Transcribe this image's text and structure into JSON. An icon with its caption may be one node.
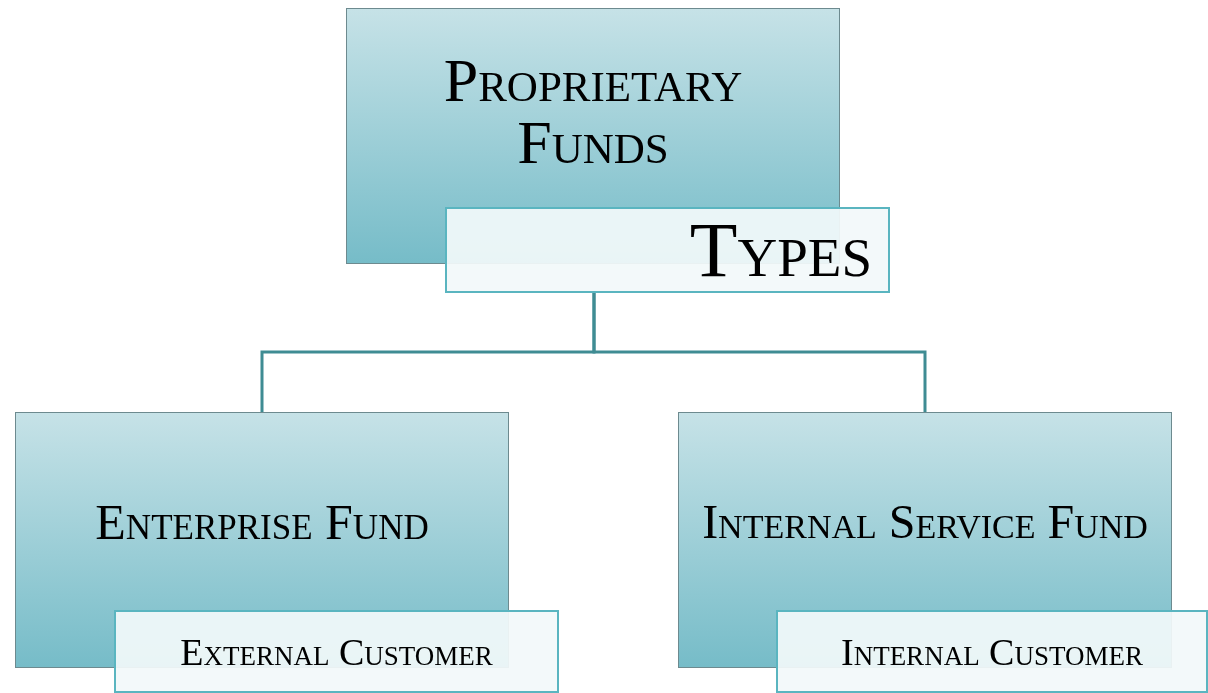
{
  "diagram": {
    "nodes": [
      {
        "text": [
          "Proprietary Funds"
        ]
      },
      {
        "text": [
          "Types"
        ]
      },
      {
        "text": [
          "Enterprise Fund"
        ]
      },
      {
        "text": [
          "External Customer"
        ]
      },
      {
        "text": [
          "Internal Service Fund"
        ]
      },
      {
        "text": [
          "Internal Customer"
        ]
      }
    ],
    "edges": [
      {
        "from": 1,
        "to": 2,
        "arrow": "none"
      },
      {
        "from": 1,
        "to": 4,
        "arrow": "none"
      }
    ]
  }
}
